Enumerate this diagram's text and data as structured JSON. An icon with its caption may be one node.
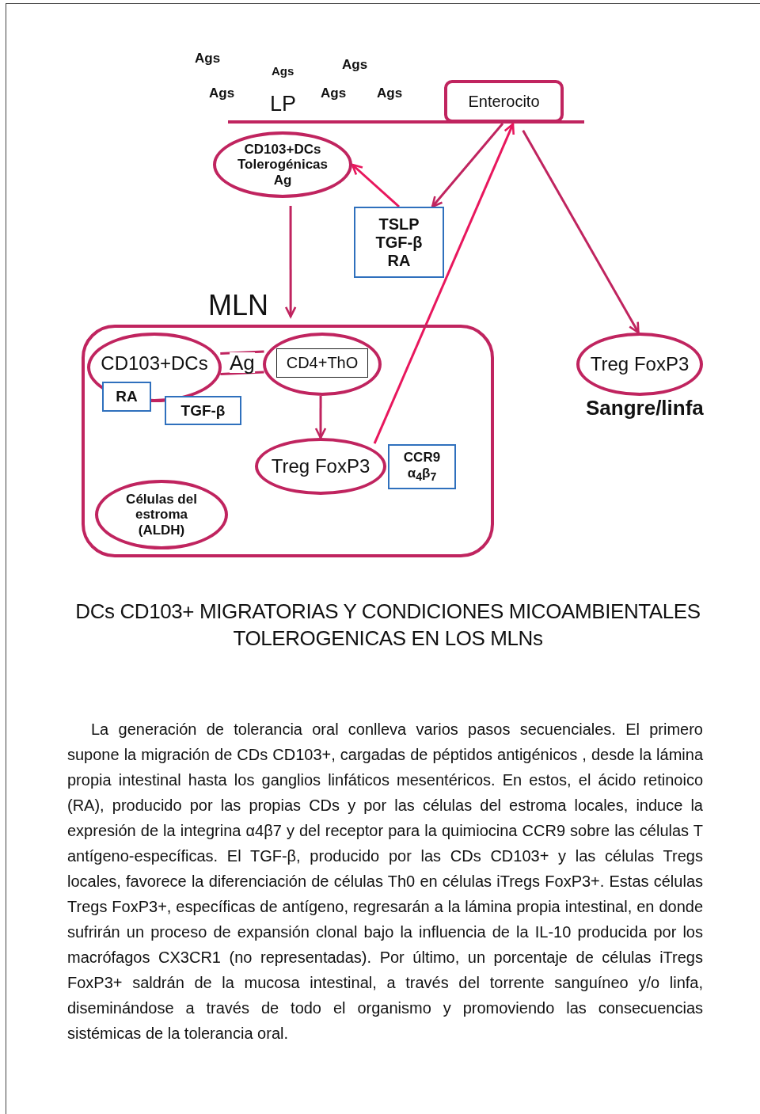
{
  "diagram": {
    "caption": "DCs CD103+ MIGRATORIAS Y CONDICIONES MICOAMBIENTALES TOLEROGENICAS EN LOS MLNs",
    "nodes": [
      {
        "text": [
          "Enterocito"
        ]
      },
      {
        "text": [
          "CD103+DCs Tolerogénicas Ag"
        ]
      },
      {
        "text": [
          "TSLP TGF-β RA"
        ]
      },
      {
        "text": [
          "MLN"
        ]
      },
      {
        "text": [
          "CD103+DCs"
        ],
        "in": 3
      },
      {
        "text": [
          "RA"
        ],
        "in": 3
      },
      {
        "text": [
          "TGF-β"
        ],
        "in": 3
      },
      {
        "text": [
          "CD4+ThO"
        ],
        "in": 3
      },
      {
        "text": [
          "Treg FoxP3"
        ],
        "in": 3
      },
      {
        "text": [
          "CCR9 α$_{4}$β$_{7}$"
        ],
        "in": 3
      },
      {
        "text": [
          "Células del estroma (ALDH)"
        ],
        "in": 3
      },
      {
        "text": [
          "Treg FoxP3"
        ],
        "beside": [
          "Sangre/linfa"
        ]
      }
    ],
    "edges": [
      {
        "from": 2,
        "to": 1,
        "arrow": "to",
        "color": "#e8175d"
      },
      {
        "from": 0,
        "to": 2,
        "arrow": "to"
      },
      {
        "from": 1,
        "to": 3,
        "arrow": "to"
      },
      {
        "from": 4,
        "to": 7,
        "arrow": "none",
        "label": "Ag"
      },
      {
        "from": 7,
        "to": 8,
        "arrow": "to"
      },
      {
        "from": 8,
        "to": 0,
        "arrow": "to",
        "color": "#e8175d"
      },
      {
        "from": 0,
        "to": 11,
        "arrow": "to"
      }
    ],
    "labels": [
      "Ags",
      "Ags",
      "Ags",
      "Ags",
      "LP",
      "Ags",
      "Ags",
      "La generación de tolerancia oral conlleva varios pasos secuenciales. El primero supone la migración de CDs CD103+, cargadas de péptidos antigénicos , desde la lámina propia intestinal hasta los ganglios linfáticos mesentéricos. En estos, el ácido retinoico (RA), producido por las propias CDs y por las células del estroma locales, induce la expresión de la integrina α4β7 y del receptor para la quimiocina CCR9 sobre las células T antígeno-específicas. El TGF-β, producido por las CDs CD103+ y las células Tregs locales, favorece la diferenciación de células Th0 en células iTregs FoxP3+. Estas células Tregs FoxP3+, específicas de antígeno, regresarán a la lámina propia intestinal, en donde sufrirán un proceso de expansión clonal bajo la influencia de la IL-10 producida por los macrófagos CX3CR1 (no representadas). Por último, un porcentaje de células iTregs FoxP3+ saldrán de la mucosa intestinal, a través del torrente sanguíneo y/o linfa, diseminándose a través de todo el organismo y promoviendo las consecuencias sistémicas de la tolerancia oral."
    ]
  }
}
